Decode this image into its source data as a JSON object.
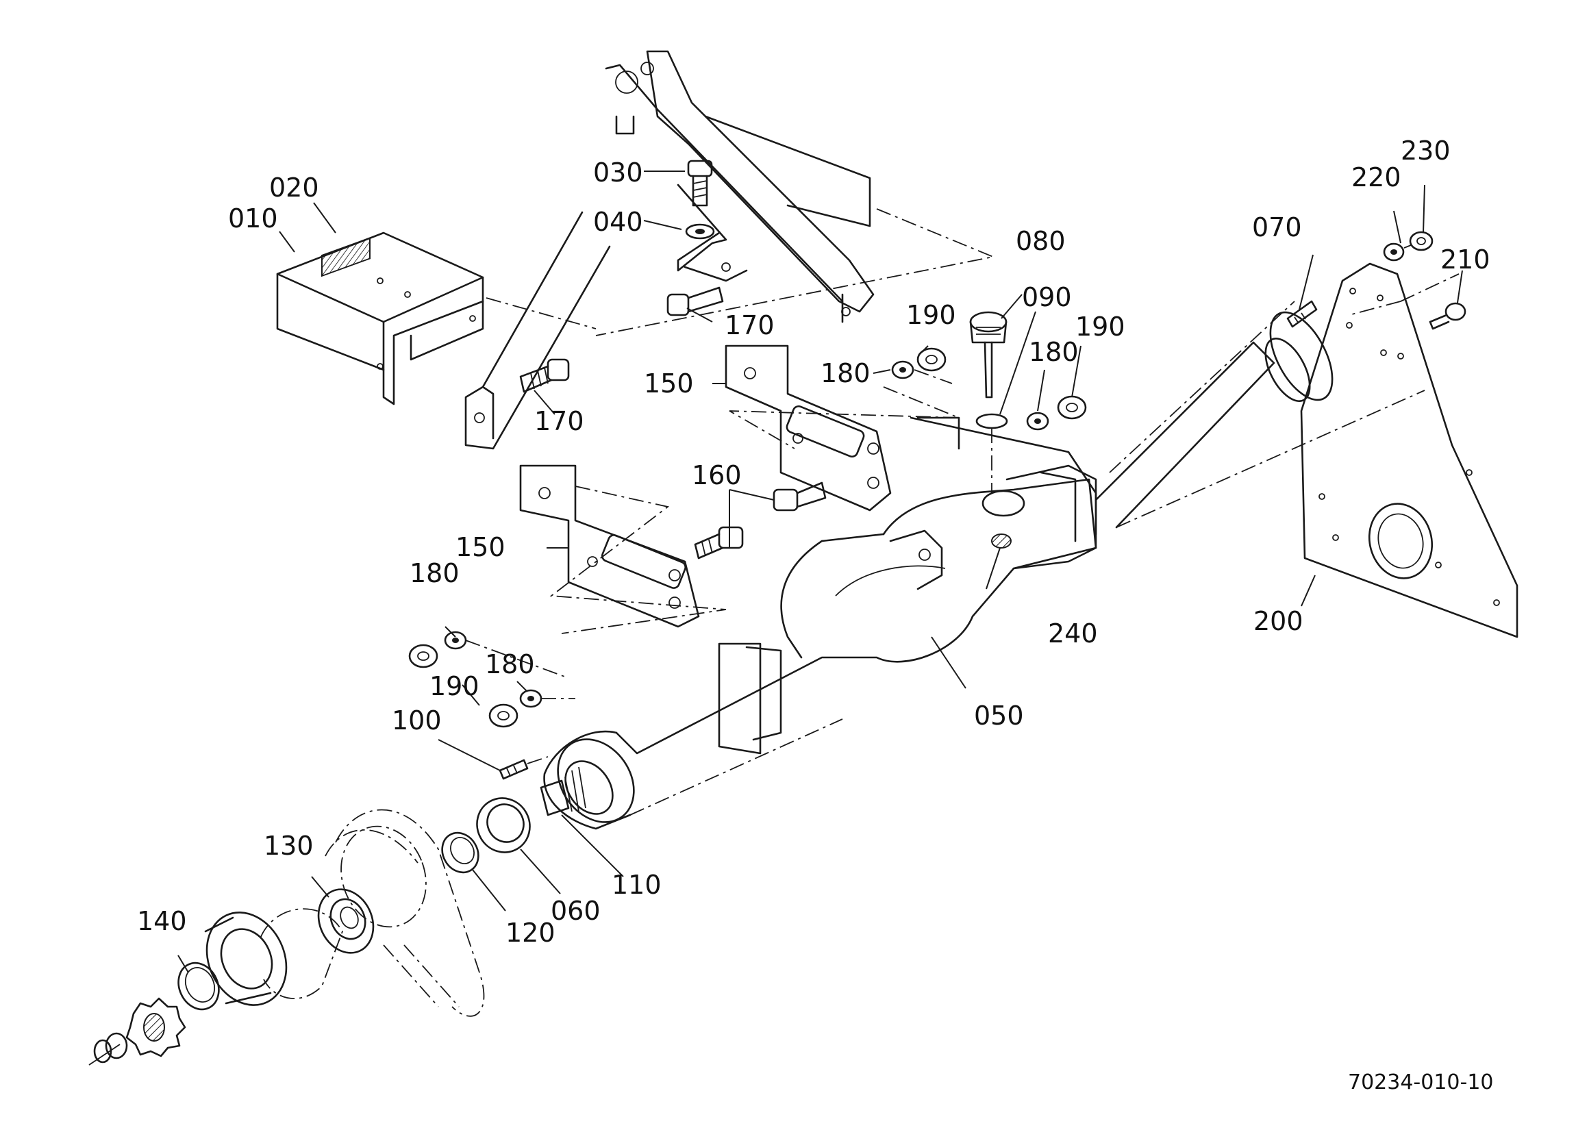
{
  "drawing_ref": "70234-010-10",
  "callouts": {
    "c010": "010",
    "c020": "020",
    "c030": "030",
    "c040": "040",
    "c050": "050",
    "c060": "060",
    "c070": "070",
    "c080": "080",
    "c090": "090",
    "c100": "100",
    "c110": "110",
    "c120": "120",
    "c130": "130",
    "c140": "140",
    "c150a": "150",
    "c150b": "150",
    "c160": "160",
    "c170a": "170",
    "c170b": "170",
    "c180a": "180",
    "c180b": "180",
    "c180c": "180",
    "c180d": "180",
    "c190a": "190",
    "c190b": "190",
    "c190c": "190",
    "c200": "200",
    "c210": "210",
    "c220": "220",
    "c230": "230",
    "c240": "240"
  }
}
